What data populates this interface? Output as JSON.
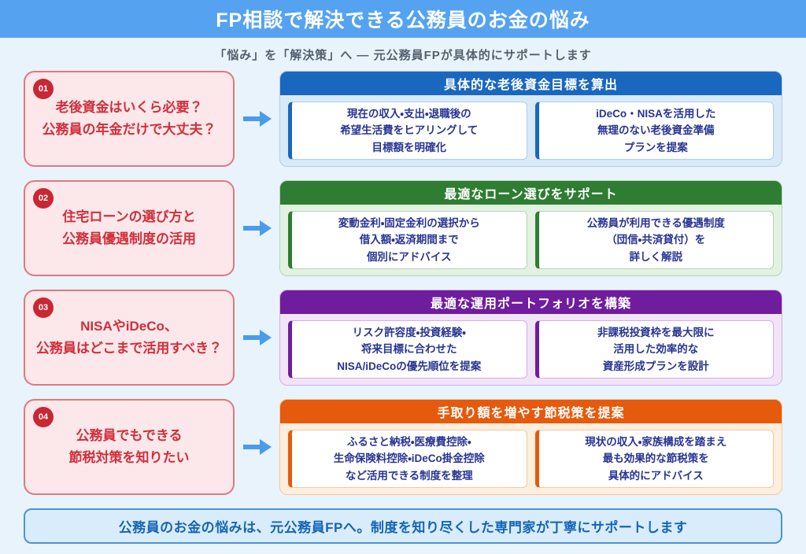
{
  "page": {
    "title": "FP相談で解決できる公務員のお金の悩み",
    "subtitle": "「悩み」を「解決策」へ — 元公務員FPが具体的にサポートします",
    "footer": "公務員のお金の悩みは、元公務員FPへ。制度を知り尽くした専門家が丁寧にサポートします"
  },
  "colors": {
    "title_bar_bg": "#55a3f0",
    "page_bg": "#e9f3fb",
    "arrow": "#4a9ce8",
    "problem_card_bg": "#fce8ea",
    "problem_card_border": "#e0787f",
    "problem_text": "#d12e3b",
    "badge_bg": "#c92733",
    "solution_text": "#283593",
    "footer_bg": "#d9ecfb",
    "footer_border": "#4a96d2",
    "footer_text": "#1465b4"
  },
  "rows": [
    {
      "number": "01",
      "problem": "老後資金はいくら必要？\n公務員の年金だけで大丈夫？",
      "solution_title": "具体的な老後資金目標を算出",
      "solution_left": "現在の収入・支出・退職後の\n希望生活費をヒアリングして\n目標額を明確化",
      "solution_right": "iDeCo・NISAを活用した\n無理のない老後資金準備\nプランを提案",
      "accent": "#1a67c0",
      "tint": "#d9e9f8",
      "box_border": "#aecdec"
    },
    {
      "number": "02",
      "problem": "住宅ローンの選び方と\n公務員優遇制度の活用",
      "solution_title": "最適なローン選びをサポート",
      "solution_left": "変動金利・固定金利の選択から\n借入額・返済期間まで\n個別にアドバイス",
      "solution_right": "公務員が利用できる優遇制度\n（団信・共済貸付）を\n詳しく解説",
      "accent": "#2e7d32",
      "tint": "#e3f1e3",
      "box_border": "#b4d6b4"
    },
    {
      "number": "03",
      "problem": "NISAやiDeCo、\n公務員はどこまで活用すべき？",
      "solution_title": "最適な運用ポートフォリオを構築",
      "solution_left": "リスク許容度・投資経験・\n将来目標に合わせた\nNISA/iDeCoの優先順位を提案",
      "solution_right": "非課税投資枠を最大限に\n活用した効率的な\n資産形成プランを設計",
      "accent": "#6f1d9e",
      "tint": "#f1e4f7",
      "box_border": "#d4aee6"
    },
    {
      "number": "04",
      "problem": "公務員でもできる\n節税対策を知りたい",
      "solution_title": "手取り額を増やす節税策を提案",
      "solution_left": "ふるさと納税・医療費控除・\n生命保険料控除・iDeCo掛金控除\nなど活用できる制度を整理",
      "solution_right": "現状の収入・家族構成を踏まえ\n最も効果的な節税策を\n具体的にアドバイス",
      "accent": "#e55a0c",
      "tint": "#fdeede",
      "box_border": "#f3c99c"
    }
  ]
}
